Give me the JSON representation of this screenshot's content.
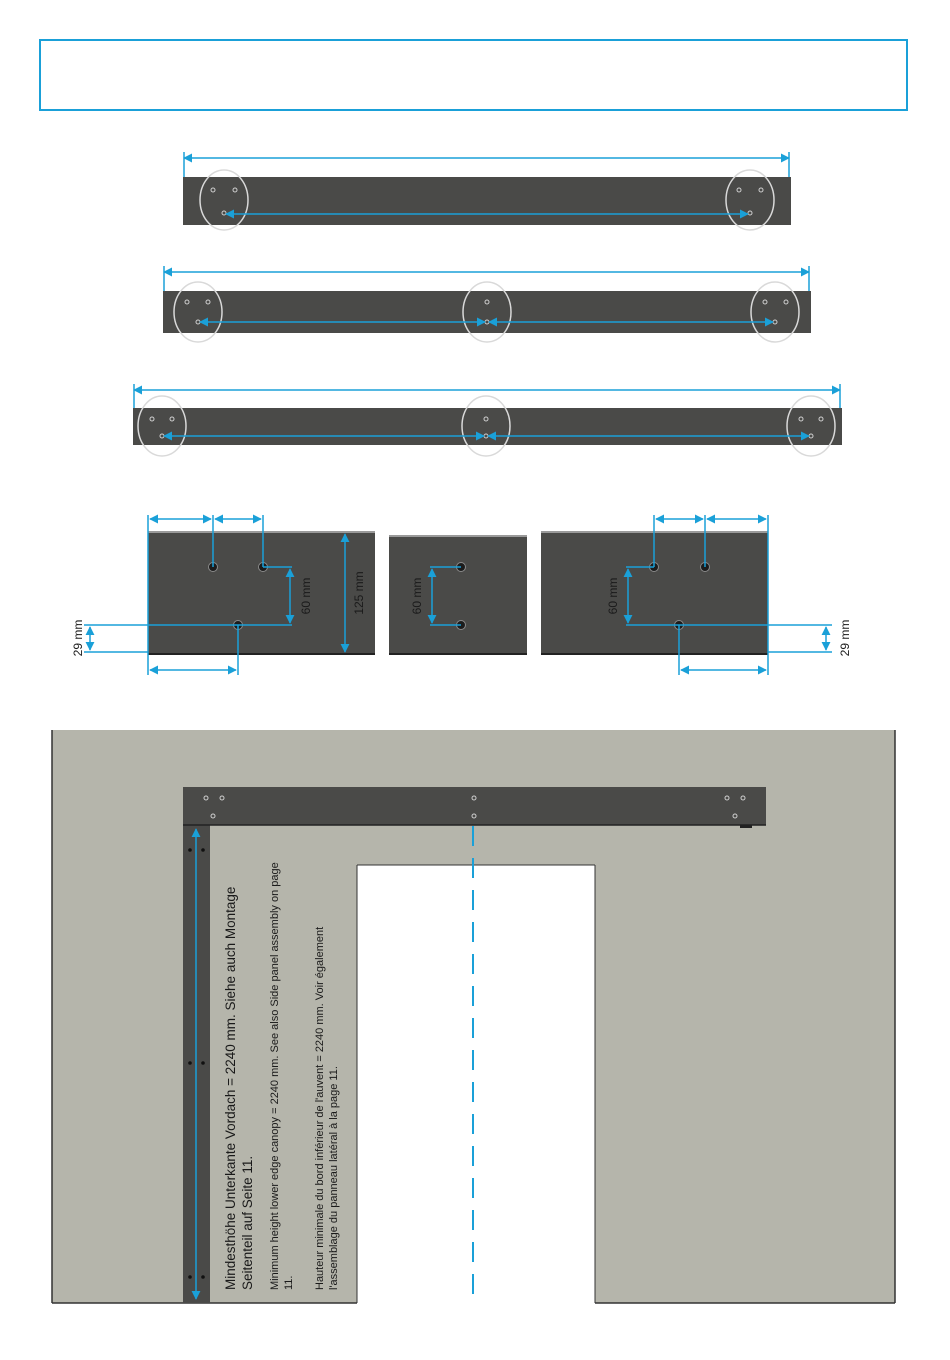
{
  "header": {
    "title": ""
  },
  "dimensions": {
    "height_label": "125 mm",
    "hole_spacing_left": "60 mm",
    "hole_spacing_center": "60 mm",
    "hole_spacing_right": "60 mm",
    "offset_left": "29 mm",
    "offset_right": "29 mm"
  },
  "notes": {
    "de": "Mindesthöhe Unterkante Vordach = 2240 mm. Siehe auch Montage Seitenteil auf Seite 11.",
    "en": "Minimum height lower edge canopy = 2240 mm. See also Side panel assembly on page 11.",
    "fr": "Hauteur minimale du bord inférieur de l'auvent = 2240 mm. Voir également l'assemblage du panneau latéral à la page 11."
  },
  "colors": {
    "accent": "#1aa0d8",
    "beam": "#4a4a48",
    "wall": "#b5b5ab",
    "highlight_circle": "#d9d9d9"
  }
}
